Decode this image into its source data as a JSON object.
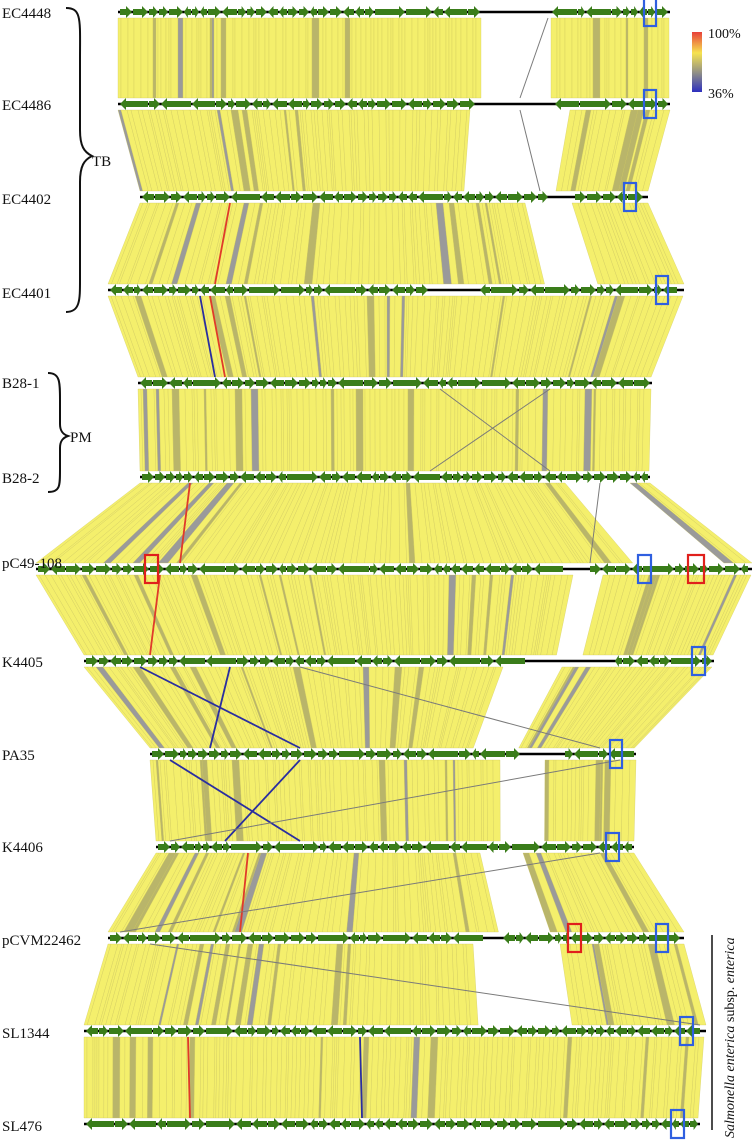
{
  "legend": {
    "max_label": "100%",
    "min_label": "36%",
    "colors": [
      "#e8413a",
      "#f6e34f",
      "#8a8a8a",
      "#2d2fbf"
    ]
  },
  "tracks": [
    {
      "name": "EC4448"
    },
    {
      "name": "EC4486"
    },
    {
      "name": "EC4402"
    },
    {
      "name": "EC4401"
    },
    {
      "name": "B28-1"
    },
    {
      "name": "B28-2"
    },
    {
      "name": "pC49-108"
    },
    {
      "name": "K4405"
    },
    {
      "name": "PA35"
    },
    {
      "name": "K4406"
    },
    {
      "name": "pCVM22462"
    },
    {
      "name": "SL1344"
    },
    {
      "name": "SL476"
    }
  ],
  "groups": [
    {
      "label": "TB"
    },
    {
      "label": "PM"
    }
  ],
  "side_label": {
    "italic": "Salmonella enterica",
    "plain": " subsp. ",
    "italic2": "enterica"
  },
  "colors": {
    "gene": "#3a7d1a",
    "match": "#f4ef6c",
    "box_blue": "#2f5fe0",
    "box_red": "#e0201c",
    "backbone": "#000000"
  }
}
